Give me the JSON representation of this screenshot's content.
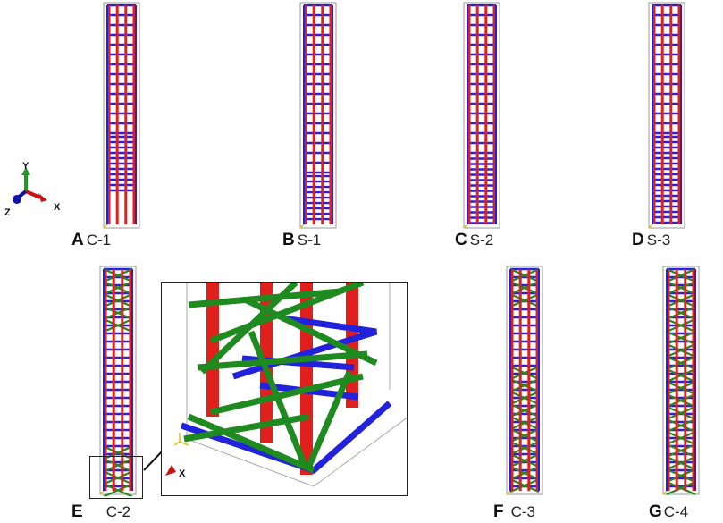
{
  "axes_triad": {
    "y": "Y",
    "x": "X",
    "z": "Z"
  },
  "panels": [
    {
      "letter": "A",
      "name": "C-1"
    },
    {
      "letter": "B",
      "name": "S-1"
    },
    {
      "letter": "C",
      "name": "S-2"
    },
    {
      "letter": "D",
      "name": "S-3"
    },
    {
      "letter": "E",
      "name": "C-2"
    },
    {
      "letter": "F",
      "name": "C-3"
    },
    {
      "letter": "G",
      "name": "C-4"
    }
  ],
  "inset": {
    "axis": "X"
  },
  "colors": {
    "longitudinal": "#e0201c",
    "stirrup": "#2222dd",
    "diagonal": "#1f8a1f",
    "outline": "#9a9a9a"
  }
}
